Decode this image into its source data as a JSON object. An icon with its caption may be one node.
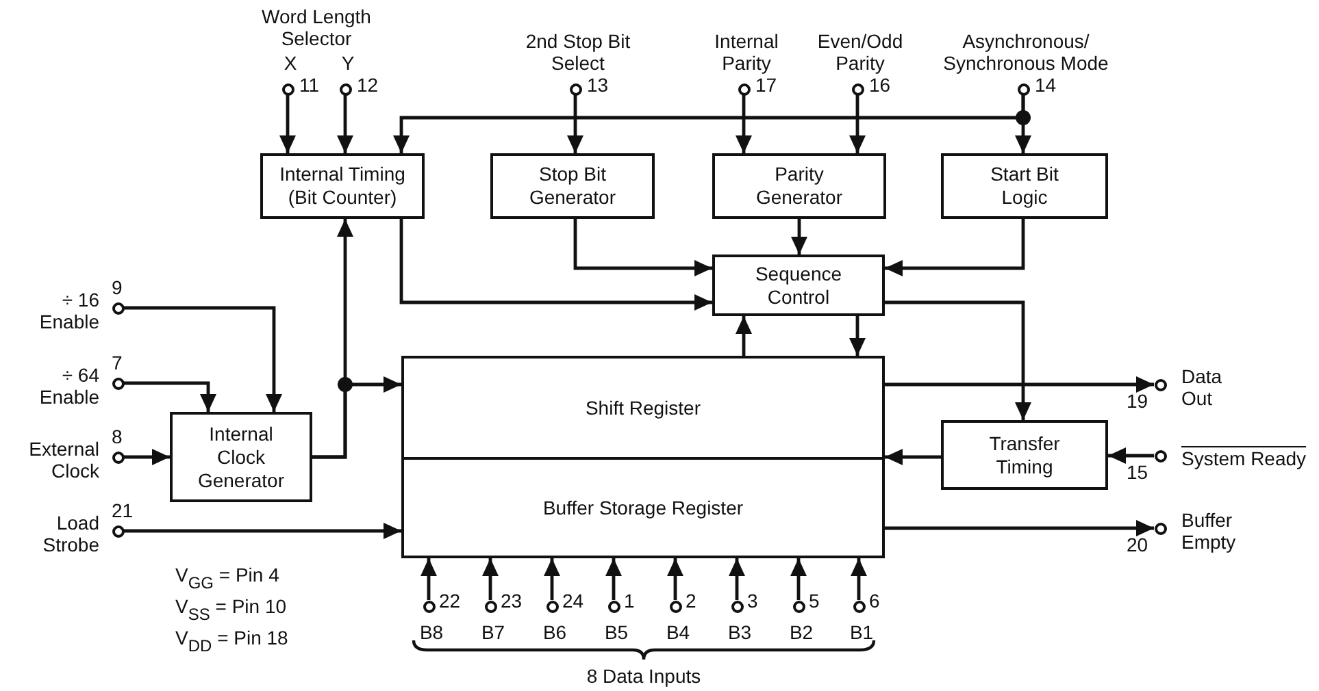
{
  "diagram": {
    "nodes": [
      {
        "text": [
          "11"
        ],
        "beside": [
          "X"
        ]
      },
      {
        "text": [
          "12"
        ],
        "beside": [
          "Y"
        ]
      },
      {
        "text": [
          "13"
        ],
        "beside": [
          "2nd Stop Bit Select"
        ]
      },
      {
        "text": [
          "17"
        ],
        "beside": [
          "Internal Parity"
        ]
      },
      {
        "text": [
          "16"
        ],
        "beside": [
          "Even/Odd Parity"
        ]
      },
      {
        "text": [
          "14"
        ],
        "beside": [
          "Asynchronous/ Synchronous Mode"
        ]
      },
      {
        "text": [
          "Internal Timing (Bit Counter)"
        ]
      },
      {
        "text": [
          "Stop Bit Generator"
        ]
      },
      {
        "text": [
          "Parity Generator"
        ]
      },
      {
        "text": [
          "Start Bit Logic"
        ]
      },
      {
        "text": [
          "9"
        ],
        "beside": [
          "÷ 16 Enable"
        ]
      },
      {
        "text": [
          "Sequence Control"
        ]
      },
      {
        "text": [
          "7"
        ],
        "beside": [
          "÷ 64 Enable"
        ]
      },
      {
        "text": [
          "Internal Clock Generator"
        ]
      },
      {
        "text": [
          "8"
        ],
        "beside": [
          "External Clock"
        ]
      },
      {
        "text": [
          "Shift Register"
        ]
      },
      {
        "text": [
          "Buffer Storage Register"
        ]
      },
      {
        "text": [
          "Transfer Timing"
        ]
      },
      {
        "text": [
          "19"
        ],
        "beside": [
          "Data Out"
        ]
      },
      {
        "text": [
          "15"
        ],
        "beside": [
          "System Ready"
        ]
      },
      {
        "text": [
          "21"
        ],
        "beside": [
          "Load Strobe"
        ]
      },
      {
        "text": [
          "20"
        ],
        "beside": [
          "Buffer Empty"
        ]
      },
      {
        "text": [
          "22"
        ],
        "beside": [
          "B8"
        ]
      },
      {
        "text": [
          "23"
        ],
        "beside": [
          "B7"
        ]
      },
      {
        "text": [
          "24"
        ],
        "beside": [
          "B6"
        ]
      },
      {
        "text": [
          "1"
        ],
        "beside": [
          "B5"
        ]
      },
      {
        "text": [
          "2"
        ],
        "beside": [
          "B4"
        ]
      },
      {
        "text": [
          "3"
        ],
        "beside": [
          "B3"
        ]
      },
      {
        "text": [
          "5"
        ],
        "beside": [
          "B2"
        ]
      },
      {
        "text": [
          "6"
        ],
        "beside": [
          "B1"
        ]
      }
    ],
    "edges": [
      {
        "from": 0,
        "to": 6,
        "arrow": "to"
      },
      {
        "from": 1,
        "to": 6,
        "arrow": "to"
      },
      {
        "from": 5,
        "to": 6,
        "arrow": "to"
      },
      {
        "from": 2,
        "to": 7,
        "arrow": "to"
      },
      {
        "from": 3,
        "to": 8,
        "arrow": "to"
      },
      {
        "from": 4,
        "to": 8,
        "arrow": "to"
      },
      {
        "from": 5,
        "to": 9,
        "arrow": "to"
      },
      {
        "from": 6,
        "to": 11,
        "arrow": "to"
      },
      {
        "from": 7,
        "to": 11,
        "arrow": "to"
      },
      {
        "from": 8,
        "to": 11,
        "arrow": "to"
      },
      {
        "from": 9,
        "to": 11,
        "arrow": "to"
      },
      {
        "from": 10,
        "to": 13,
        "arrow": "to"
      },
      {
        "from": 12,
        "to": 13,
        "arrow": "to"
      },
      {
        "from": 14,
        "to": 13,
        "arrow": "to"
      },
      {
        "from": 13,
        "to": 6,
        "arrow": "to"
      },
      {
        "from": 13,
        "to": 15,
        "arrow": "to"
      },
      {
        "from": 15,
        "to": 11,
        "arrow": "to"
      },
      {
        "from": 11,
        "to": 15,
        "arrow": "to"
      },
      {
        "from": 11,
        "to": 17,
        "arrow": "to"
      },
      {
        "from": 15,
        "to": 18,
        "arrow": "to"
      },
      {
        "from": 17,
        "to": 15,
        "arrow": "to"
      },
      {
        "from": 19,
        "to": 17,
        "arrow": "to"
      },
      {
        "from": 20,
        "to": 16,
        "arrow": "to"
      },
      {
        "from": 16,
        "to": 21,
        "arrow": "to"
      },
      {
        "from": 22,
        "to": 16,
        "arrow": "to"
      },
      {
        "from": 23,
        "to": 16,
        "arrow": "to"
      },
      {
        "from": 24,
        "to": 16,
        "arrow": "to"
      },
      {
        "from": 25,
        "to": 16,
        "arrow": "to"
      },
      {
        "from": 26,
        "to": 16,
        "arrow": "to"
      },
      {
        "from": 27,
        "to": 16,
        "arrow": "to"
      },
      {
        "from": 28,
        "to": 16,
        "arrow": "to"
      },
      {
        "from": 29,
        "to": 16,
        "arrow": "to"
      }
    ],
    "labels": [
      "Word Length Selector",
      "V$_{GG}$ = Pin 4",
      "V$_{SS}$ = Pin 10",
      "V$_{DD}$ = Pin 18",
      "8 Data Inputs"
    ]
  }
}
